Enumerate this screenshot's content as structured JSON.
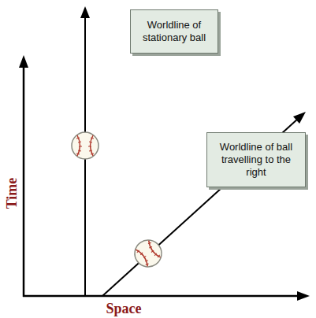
{
  "diagram": {
    "nodes": [
      {
        "text": [
          "Worldline of stationary ball"
        ]
      },
      {
        "text": [
          "Worldline of ball travelling to the right"
        ]
      }
    ],
    "labels": [
      "Time",
      "Space"
    ]
  }
}
